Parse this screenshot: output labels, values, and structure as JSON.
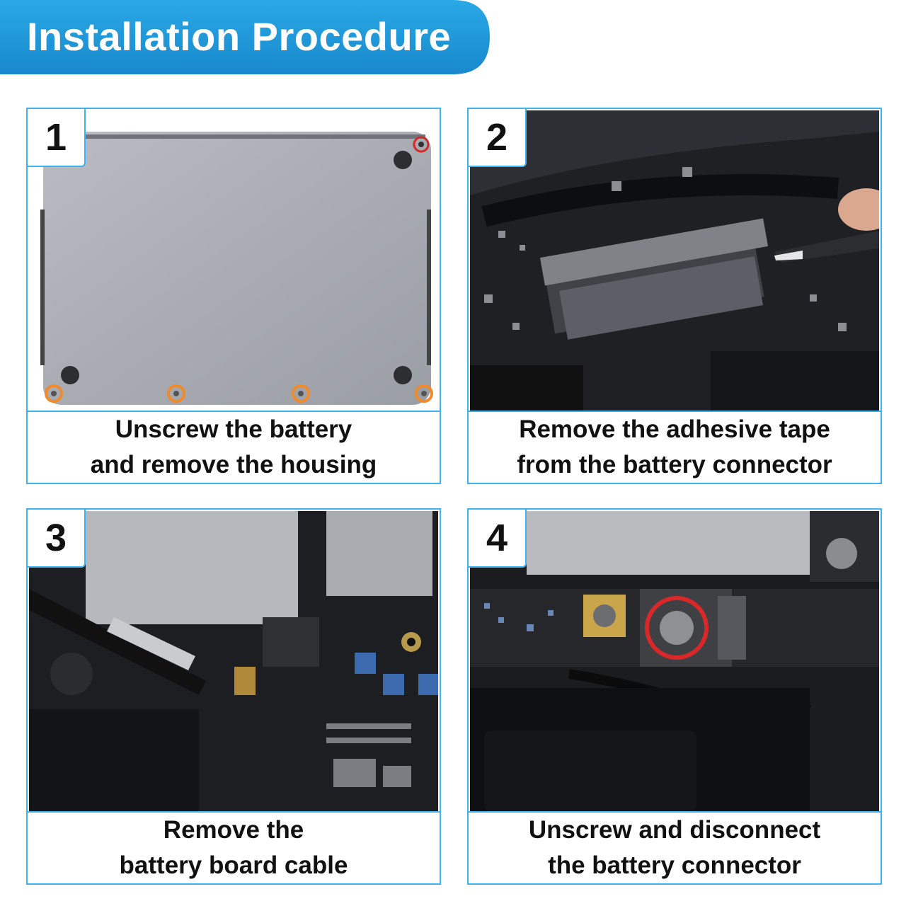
{
  "title": "Installation Procedure",
  "colors": {
    "accent": "#1a9ad9",
    "border": "#3fb3ef",
    "text": "#111111"
  },
  "steps": [
    {
      "number": "1",
      "caption_line1": "Unscrew the battery",
      "caption_line2": "and remove the housing",
      "photo": "laptop-bottom-case"
    },
    {
      "number": "2",
      "caption_line1": "Remove the adhesive tape",
      "caption_line2": "from the battery connector",
      "photo": "logic-board-tweezers"
    },
    {
      "number": "3",
      "caption_line1": "Remove the",
      "caption_line2": "battery board cable",
      "photo": "board-cable-spudger"
    },
    {
      "number": "4",
      "caption_line1": "Unscrew and disconnect",
      "caption_line2": "the battery connector",
      "photo": "battery-connector-screw"
    }
  ]
}
